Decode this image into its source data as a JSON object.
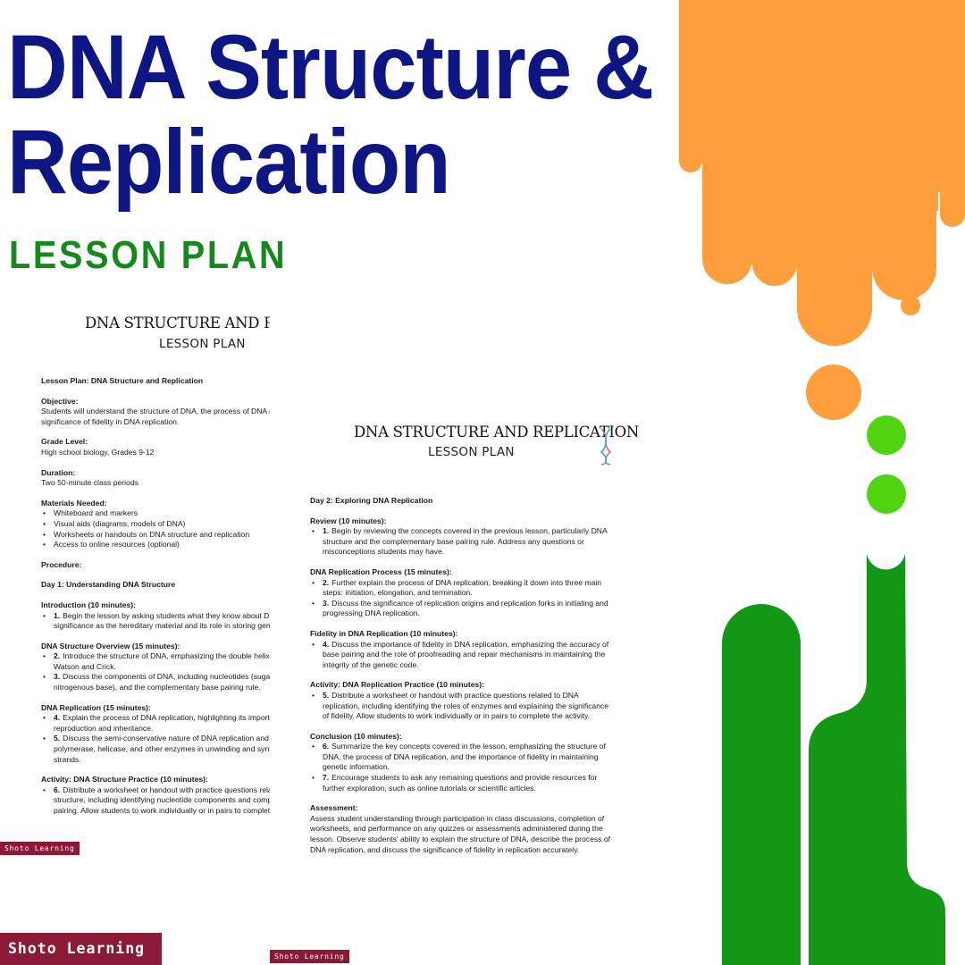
{
  "hero": {
    "title_line1": "DNA Structure &",
    "title_line2": "Replication",
    "subtitle": "LESSON PLAN"
  },
  "colors": {
    "title": "#0d1683",
    "subtitle": "#15891a",
    "orange": "#ff9e3c",
    "green_bright": "#4fd40f",
    "green_dark": "#139716",
    "badge": "#8a1a35"
  },
  "page1": {
    "header_title": "DNA STRUCTURE AND REPLICATION",
    "header_sub": "LESSON PLAN",
    "icon": "dna-helix-icon",
    "plan_title": "Lesson Plan: DNA Structure and Replication",
    "objective_label": "Objective:",
    "objective_l1": "Students will understand the structure of DNA, the process of DNA replication, and the",
    "objective_l2": "significance of fidelity in DNA replication.",
    "grade_label": "Grade Level:",
    "grade_value": "High school biology, Grades 9-12",
    "duration_label": "Duration:",
    "duration_value": "Two 50-minute class periods",
    "materials_label": "Materials Needed:",
    "materials": [
      "Whiteboard and markers",
      "Visual aids (diagrams, models of DNA)",
      "Worksheets or handouts on DNA structure and replication",
      "Access to online resources (optional)"
    ],
    "procedure_label": "Procedure:",
    "day1_label": "Day 1: Understanding DNA Structure",
    "intro_label": "Introduction (10 minutes):",
    "intro_num": "1.",
    "intro_l1": "Begin the lesson by asking students what they know about DNA and its",
    "intro_l2": "significance as the hereditary material and its role in storing genetic information.",
    "overview_label": "DNA Structure Overview (15 minutes):",
    "overview_num1": "2.",
    "overview1_l1": "Introduce the structure of DNA, emphasizing the double helix model proposed by",
    "overview1_l2": "Watson and Crick.",
    "overview_num2": "3.",
    "overview2_l1": "Discuss the components of DNA, including nucleotides (sugar, phosphate, and",
    "overview2_l2": "nitrogenous base), and the complementary base pairing rule.",
    "replication_label": "DNA Replication (15 minutes):",
    "replication_num1": "4.",
    "replication1_l1": "Explain the process of DNA replication, highlighting its importance in cell",
    "replication1_l2": "reproduction and inheritance.",
    "replication_num2": "5.",
    "replication2_l1": "Discuss the semi-conservative nature of DNA replication and the roles of DNA",
    "replication2_l2": "polymerase, helicase, and other enzymes in unwinding and synthesizing new DNA",
    "replication2_l3": "strands.",
    "activity_label": "Activity: DNA Structure Practice (10 minutes):",
    "activity_num": "6.",
    "activity_l1": "Distribute a worksheet or handout with practice questions related to DNA",
    "activity_l2": "structure, including identifying nucleotide components and complementary base",
    "activity_l3": "pairing. Allow students to work individually or in pairs to complete the activity."
  },
  "page2": {
    "header_title": "DNA STRUCTURE AND REPLICATION",
    "header_sub": "LESSON PLAN",
    "icon": "dna-helix-icon",
    "day2_label": "Day 2: Exploring DNA Replication",
    "review_label": "Review (10 minutes):",
    "review_num": "1.",
    "review_l1": "Begin by reviewing the concepts covered in the previous lesson, particularly DNA",
    "review_l2": "structure and the complementary base pairing rule. Address any questions or",
    "review_l3": "misconceptions students may have.",
    "process_label": "DNA Replication Process (15 minutes):",
    "process_num1": "2.",
    "process1_l1": "Further explain the process of DNA replication, breaking it down into three main",
    "process1_l2": "steps: initiation, elongation, and termination.",
    "process_num2": "3.",
    "process2_l1": "Discuss the significance of replication origins and replication forks in initiating and",
    "process2_l2": "progressing DNA replication.",
    "fidelity_label": "Fidelity in DNA Replication (10 minutes):",
    "fidelity_num": "4.",
    "fidelity_l1": "Discuss the importance of fidelity in DNA replication, emphasizing the accuracy of",
    "fidelity_l2": "base pairing and the role of proofreading and repair mechanisms in maintaining the",
    "fidelity_l3": "integrity of the genetic code.",
    "activity_label": "Activity: DNA Replication Practice (10 minutes):",
    "activity_num": "5.",
    "activity_l1": "Distribute a worksheet or handout with practice questions related to DNA",
    "activity_l2": "replication, including identifying the roles of enzymes and explaining the significance",
    "activity_l3": "of fidelity. Allow students to work individually or in pairs to complete the activity.",
    "conclusion_label": "Conclusion (10 minutes):",
    "conclusion_num1": "6.",
    "conclusion1_l1": "Summarize the key concepts covered in the lesson, emphasizing the structure of",
    "conclusion1_l2": "DNA, the process of DNA replication, and the importance of fidelity in maintaining",
    "conclusion1_l3": "genetic information.",
    "conclusion_num2": "7.",
    "conclusion2_l1": "Encourage students to ask any remaining questions and provide resources for",
    "conclusion2_l2": "further exploration, such as online tutorials or scientific articles.",
    "assessment_label": "Assessment:",
    "assessment_l1": "Assess student understanding through participation in class discussions, completion of",
    "assessment_l2": "worksheets, and performance on any quizzes or assessments administered during the",
    "assessment_l3": "lesson. Observe students' ability to explain the structure of DNA, describe the process of",
    "assessment_l4": "DNA replication, and discuss the significance of fidelity in replication accurately."
  },
  "brand": {
    "badge_page1": "Shoto Learning",
    "badge_page2": "Shoto Learning",
    "badge_main": "Shoto Learning"
  }
}
